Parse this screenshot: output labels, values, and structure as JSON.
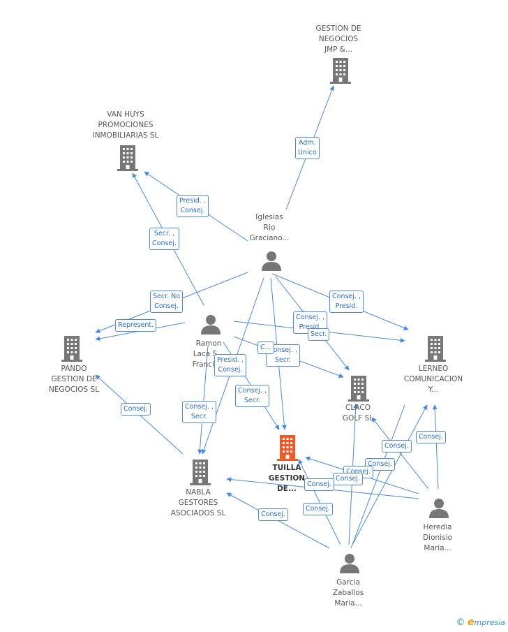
{
  "nodes": {
    "gestion_jmp": {
      "label": "GESTION DE\nNEGOCIOS\nJMP &...",
      "type": "company"
    },
    "van_huys": {
      "label": "VAN HUYS\nPROMOCIONES\nINMOBILIARIAS SL",
      "type": "company"
    },
    "iglesias": {
      "label": "Iglesias\nRio\nGraciano...",
      "type": "person"
    },
    "ramon": {
      "label": "Ramon\nLaca S...\nFrancis...",
      "type": "person"
    },
    "pando": {
      "label": "PANDO\nGESTION DE\nNEGOCIOS SL",
      "type": "company"
    },
    "lerneo": {
      "label": "LERNEO\nCOMUNICACION\nY...",
      "type": "company"
    },
    "claco": {
      "label": "CLACO\nGOLF SL",
      "type": "company"
    },
    "tuilla": {
      "label": "TUILLA\nGESTION\nDE...",
      "type": "focus"
    },
    "nabla": {
      "label": "NABLA\nGESTORES\nASOCIADOS SL",
      "type": "company"
    },
    "heredia": {
      "label": "Heredia\nDionisio\nMaria...",
      "type": "person"
    },
    "garcia": {
      "label": "Garcia\nZaballos\nMaria...",
      "type": "person"
    }
  },
  "edges": [
    {
      "label": "Adm.\nUnico"
    },
    {
      "label": "Presid. ,\nConsej."
    },
    {
      "label": "Secr. ,\nConsej."
    },
    {
      "label": "Secr. No\nConsej."
    },
    {
      "label": "Represent."
    },
    {
      "label": "Consej. ,\nPresid."
    },
    {
      "label": "Consej. ,\nPresid."
    },
    {
      "label": "Secr."
    },
    {
      "label": "Consej. ,\nSecr."
    },
    {
      "label": "C..."
    },
    {
      "label": "Presid. ,\nConsej."
    },
    {
      "label": "Consej. ,\nSecr."
    },
    {
      "label": "Consej. ,\nSecr."
    },
    {
      "label": "Consej."
    },
    {
      "label": "Consej."
    },
    {
      "label": "Consej."
    },
    {
      "label": "Consej."
    },
    {
      "label": "Consej."
    },
    {
      "label": "Consej."
    },
    {
      "label": "Consej."
    },
    {
      "label": "Consej."
    },
    {
      "label": "Consej."
    }
  ],
  "brand": {
    "copyright": "©",
    "first": "e",
    "rest": "mpresia"
  },
  "colors": {
    "edge": "#4a89dc",
    "node": "#777777",
    "focus": "#f05a28"
  }
}
